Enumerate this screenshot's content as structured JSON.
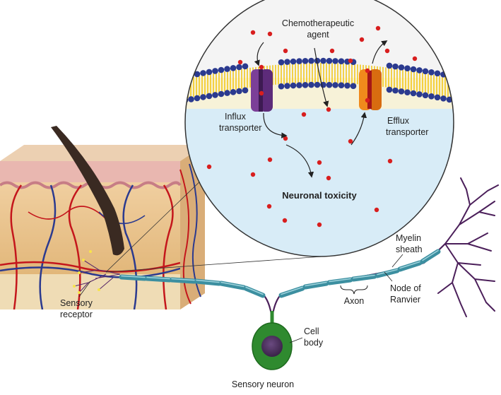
{
  "labels": {
    "chemo_line1": "Chemotherapeutic",
    "chemo_line2": "agent",
    "influx_line1": "Influx",
    "influx_line2": "transporter",
    "efflux_line1": "Efflux",
    "efflux_line2": "transporter",
    "neuronal_toxicity": "Neuronal toxicity",
    "myelin_line1": "Myelin",
    "myelin_line2": "sheath",
    "node_line1": "Node of",
    "node_line2": "Ranvier",
    "axon": "Axon",
    "sensory_line1": "Sensory",
    "sensory_line2": "receptor",
    "cell_line1": "Cell",
    "cell_line2": "body",
    "caption": "Sensory neuron"
  },
  "colors": {
    "membrane_bead": "#2b3a8f",
    "lipid_tail": "#f2c200",
    "cytoplasm": "#d8ecf7",
    "extracellular": "#f4f4f4",
    "drug_particle": "#d81e1e",
    "influx_transporter": "#7b3f98",
    "efflux_transporter": "#f08a1c",
    "neuron": "#4b1f5a",
    "myelin": "#3c8fa0",
    "cell_body": "#2f8a2f",
    "skin": "#e8c48e",
    "artery": "#c4161c",
    "vein": "#2b3a8f"
  }
}
